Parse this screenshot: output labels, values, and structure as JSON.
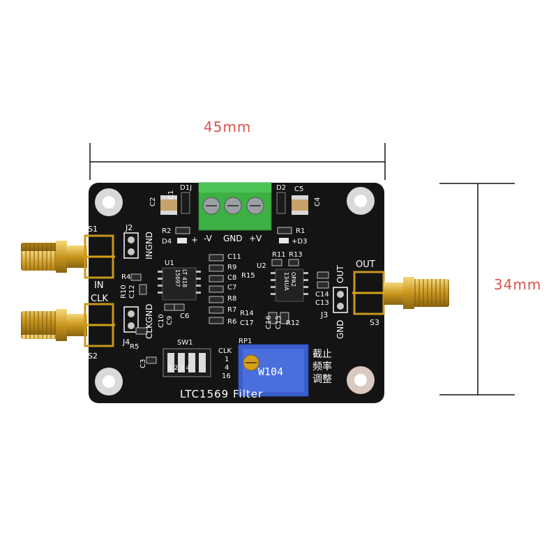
{
  "dimensions": {
    "width_label": "45mm",
    "height_label": "34mm"
  },
  "board": {
    "title": "LTC1569 Filter",
    "connectors": {
      "in_label": "IN",
      "clk_label": "CLK",
      "out_label": "OUT",
      "s1": "S1",
      "s2": "S2",
      "s3": "S3"
    },
    "headers": {
      "j2": "J2",
      "j2_pins": "INGND",
      "j4": "J4",
      "j4_pins": "CLKGND",
      "j3": "J3",
      "j3_out": "OUT",
      "j3_gnd": "GND"
    },
    "terminal": {
      "neg_v": "-V",
      "gnd": "GND",
      "pos_v": "+V"
    },
    "chips": {
      "u1": "U1",
      "u2": "U2",
      "u1_marking_1": "LT 418",
      "u1_marking_2": "15697",
      "u2_marking_1": "OPA2",
      "u2_marking_2": "134UA"
    },
    "refdes": {
      "c1": "C1",
      "c2": "C2",
      "c3": "C3",
      "c4": "C4",
      "c5": "C5",
      "c6": "C6",
      "c7": "C7",
      "c8": "C8",
      "c9": "C9",
      "c10": "C10",
      "c11": "C11",
      "c12": "C12",
      "c13": "C13",
      "c14": "C14",
      "c15": "C15",
      "c16": "C16",
      "c17": "C17",
      "r1": "R1",
      "r2": "R2",
      "r4": "R4",
      "r5": "R5",
      "r6": "R6",
      "r7": "R7",
      "r8": "R8",
      "r9": "R9",
      "r11": "R11",
      "r12": "R12",
      "r13": "R13",
      "r14": "R14",
      "r15": "R15",
      "d1": "D1J",
      "d2": "D2",
      "d3": "+D3",
      "d4": "D4",
      "sw1": "SW1",
      "rp1": "RP1"
    },
    "switch": {
      "clk": "CLK",
      "v1": "1",
      "v4": "4",
      "v16": "16",
      "pins": "1 2 3 4"
    },
    "pot": {
      "marking": "W104"
    },
    "chinese_label": [
      "截止",
      "频率",
      "调整"
    ]
  },
  "colors": {
    "pcb": "#141414",
    "silkscreen": "#ffffff",
    "gold": "#d4a017",
    "terminal": "#3cb043",
    "pot": "#3a5fcd",
    "dimension_text": "#d9534f"
  }
}
